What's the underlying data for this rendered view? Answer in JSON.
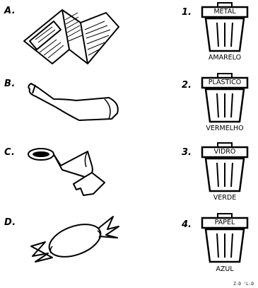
{
  "items": [
    {
      "letter": "A.",
      "object": "newspaper-icon"
    },
    {
      "letter": "B.",
      "object": "bottle-icon"
    },
    {
      "letter": "C.",
      "object": "can-icon"
    },
    {
      "letter": "D.",
      "object": "candy-wrapper-icon"
    }
  ],
  "bins": [
    {
      "number": "1.",
      "material": "METAL",
      "color": "AMARELO"
    },
    {
      "number": "2.",
      "material": "PLÁSTICO",
      "color": "VERMELHO"
    },
    {
      "number": "3.",
      "material": "VIDRO",
      "color": "VERDE"
    },
    {
      "number": "4.",
      "material": "PAPEL",
      "color": "AZUL"
    }
  ],
  "answer_key": "Z-D 'L-D"
}
